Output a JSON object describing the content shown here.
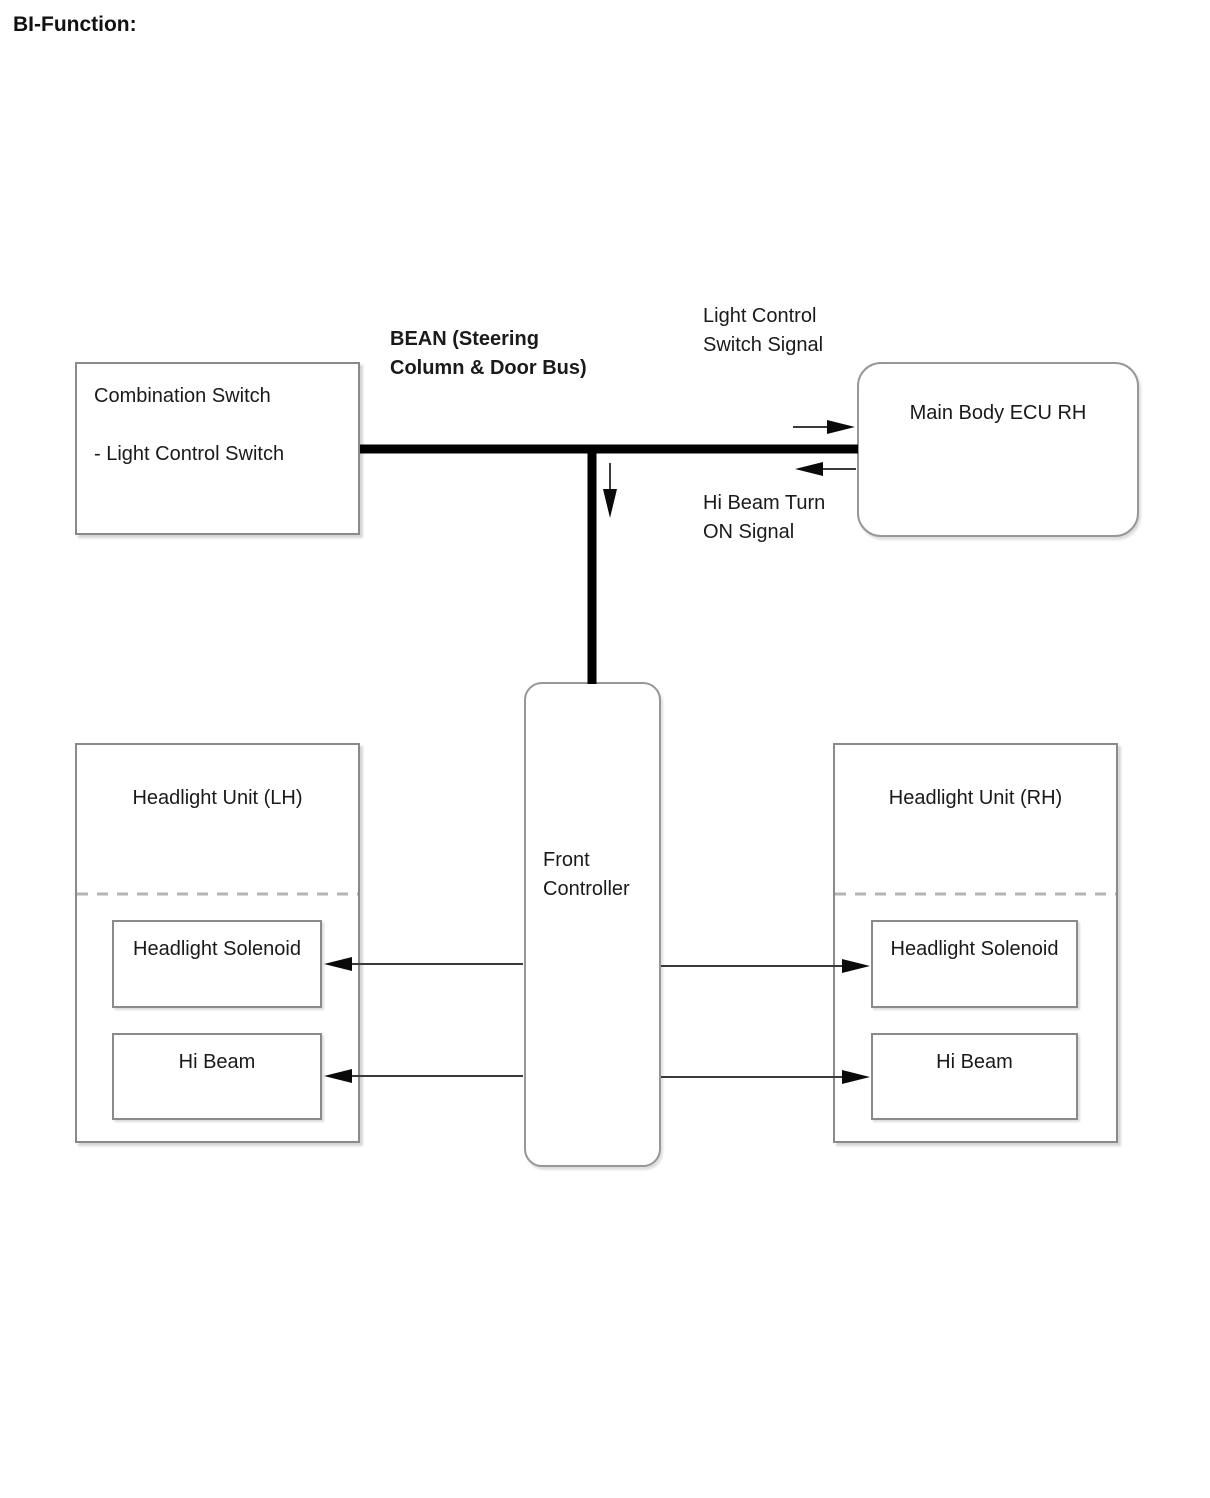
{
  "page": {
    "title": "BI-Function:"
  },
  "nodes": {
    "combination_switch": {
      "line1": "Combination Switch",
      "line2": "- Light Control Switch"
    },
    "main_body_ecu": {
      "label": "Main Body ECU RH"
    },
    "front_controller": {
      "line1": "Front",
      "line2": "Controller"
    },
    "headlight_unit_lh": {
      "label": "Headlight Unit (LH)",
      "solenoid": "Headlight Solenoid",
      "hi_beam": "Hi Beam"
    },
    "headlight_unit_rh": {
      "label": "Headlight Unit (RH)",
      "solenoid": "Headlight Solenoid",
      "hi_beam": "Hi Beam"
    }
  },
  "labels": {
    "bean_bus": {
      "line1": "BEAN (Steering",
      "line2": "Column & Door Bus)"
    },
    "light_control_signal": {
      "line1": "Light Control",
      "line2": "Switch Signal"
    },
    "hi_beam_turn_signal": {
      "line1": "Hi Beam Turn",
      "line2": "ON Signal"
    }
  },
  "connections": [
    {
      "from": "combination-switch",
      "to": "main-body-ecu",
      "via": "bean-bus",
      "style": "thick-black"
    },
    {
      "from": "bean-bus",
      "to": "front-controller",
      "style": "thick-black",
      "direction": "down"
    },
    {
      "from": "light-control-switch-signal",
      "to": "main-body-ecu",
      "direction": "right-arrow"
    },
    {
      "from": "main-body-ecu",
      "to": "bus",
      "label": "hi-beam-turn-on-signal",
      "direction": "left-arrow"
    },
    {
      "from": "front-controller",
      "to": "lh-headlight-solenoid",
      "direction": "left-arrow"
    },
    {
      "from": "front-controller",
      "to": "lh-hi-beam",
      "direction": "left-arrow"
    },
    {
      "from": "front-controller",
      "to": "rh-headlight-solenoid",
      "direction": "right-arrow"
    },
    {
      "from": "front-controller",
      "to": "rh-hi-beam",
      "direction": "right-arrow"
    }
  ],
  "colors": {
    "box_border": "#8a8a8a",
    "rounded_border": "#979797",
    "bus_line": "#000000",
    "arrow_line": "#3a3a3a",
    "arrow_head": "#0a0a0a",
    "dashed_divider": "#b5b5b5",
    "text": "#1a1a1a"
  }
}
